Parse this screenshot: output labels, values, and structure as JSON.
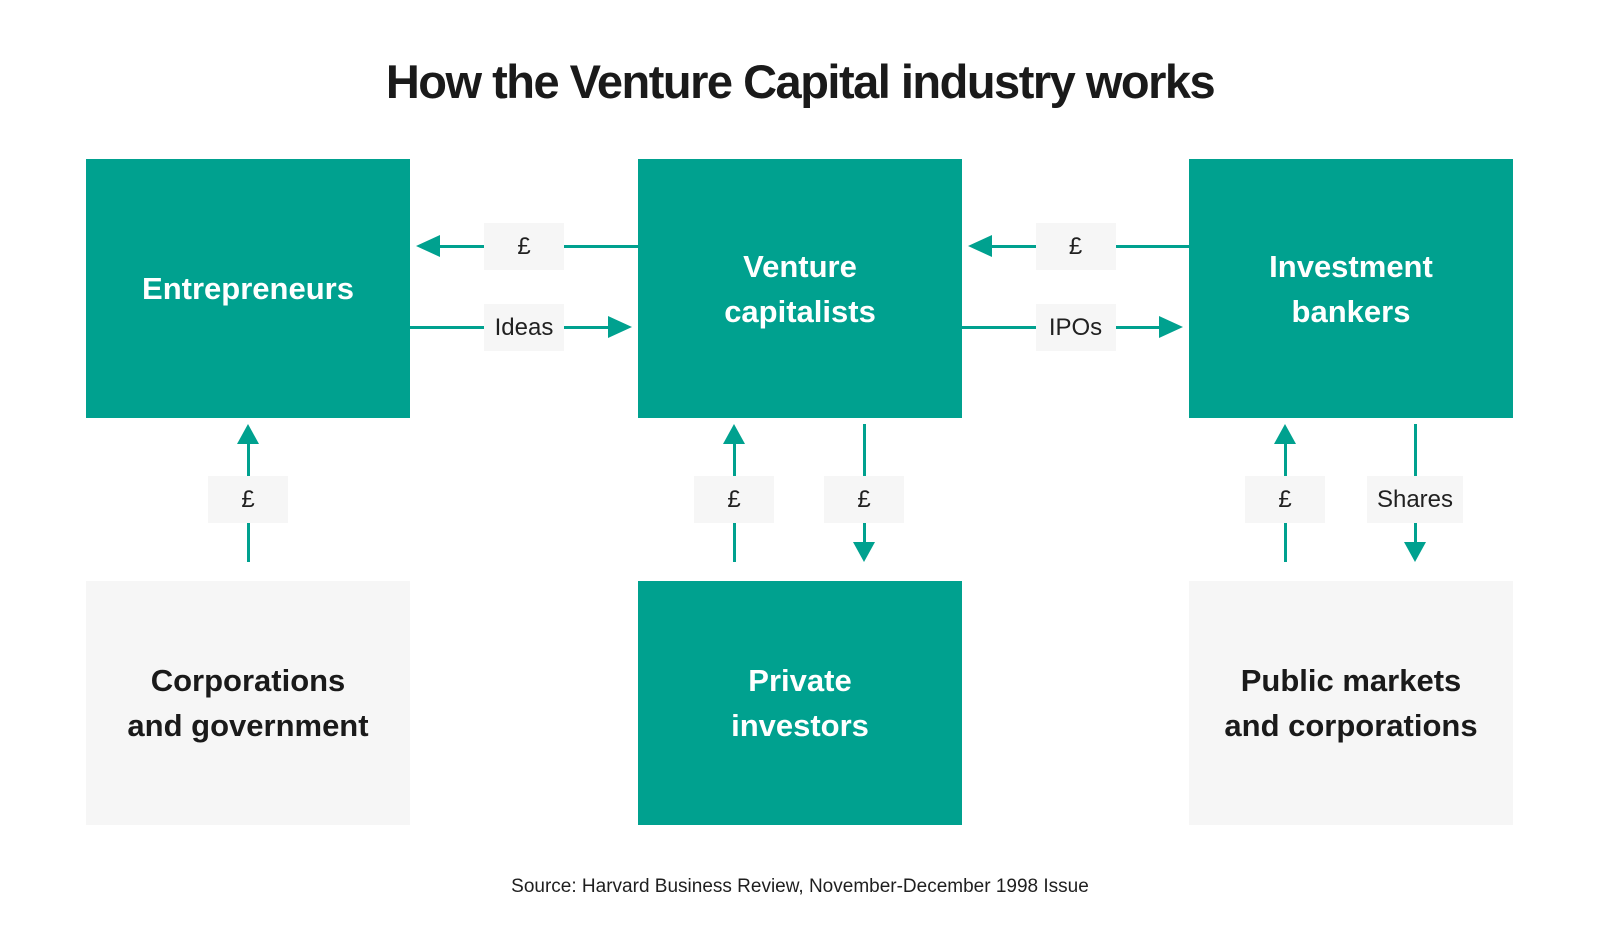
{
  "title": "How the Venture Capital industry works",
  "source": "Source: Harvard Business Review, November-December 1998 Issue",
  "colors": {
    "teal": "#00A18F",
    "chip_bg": "#F6F6F6",
    "box_light": "#F6F6F6",
    "text_dark": "#1A1A1A",
    "white": "#FFFFFF"
  },
  "nodes": {
    "entrepreneurs": {
      "label": "Entrepreneurs",
      "lines": [
        "Entrepreneurs"
      ]
    },
    "venture_capitalists": {
      "label": "Venture capitalists",
      "lines": [
        "Venture",
        "capitalists"
      ]
    },
    "investment_bankers": {
      "label": "Investment bankers",
      "lines": [
        "Investment",
        "bankers"
      ]
    },
    "corporations_and_government": {
      "label": "Corporations and government",
      "lines": [
        "Corporations",
        "and government"
      ]
    },
    "private_investors": {
      "label": "Private investors",
      "lines": [
        "Private",
        "investors"
      ]
    },
    "public_markets_and_corporations": {
      "label": "Public markets and corporations",
      "lines": [
        "Public markets",
        "and corporations"
      ]
    }
  },
  "flows": {
    "money_vc_to_entrepreneurs": {
      "label": "£",
      "from": "Venture capitalists",
      "to": "Entrepreneurs",
      "direction": "left"
    },
    "ideas_entrepreneurs_to_vc": {
      "label": "Ideas",
      "from": "Entrepreneurs",
      "to": "Venture capitalists",
      "direction": "right"
    },
    "money_bankers_to_vc": {
      "label": "£",
      "from": "Investment bankers",
      "to": "Venture capitalists",
      "direction": "left"
    },
    "ipos_vc_to_bankers": {
      "label": "IPOs",
      "from": "Venture capitalists",
      "to": "Investment bankers",
      "direction": "right"
    },
    "money_corporations_to_entrepreneurs": {
      "label": "£",
      "from": "Corporations and government",
      "to": "Entrepreneurs",
      "direction": "up"
    },
    "money_private_to_vc": {
      "label": "£",
      "from": "Private investors",
      "to": "Venture capitalists",
      "direction": "up"
    },
    "money_vc_to_private": {
      "label": "£",
      "from": "Venture capitalists",
      "to": "Private investors",
      "direction": "down"
    },
    "money_public_to_bankers": {
      "label": "£",
      "from": "Public markets and corporations",
      "to": "Investment bankers",
      "direction": "up"
    },
    "shares_bankers_to_public": {
      "label": "Shares",
      "from": "Investment bankers",
      "to": "Public markets and corporations",
      "direction": "down"
    }
  }
}
